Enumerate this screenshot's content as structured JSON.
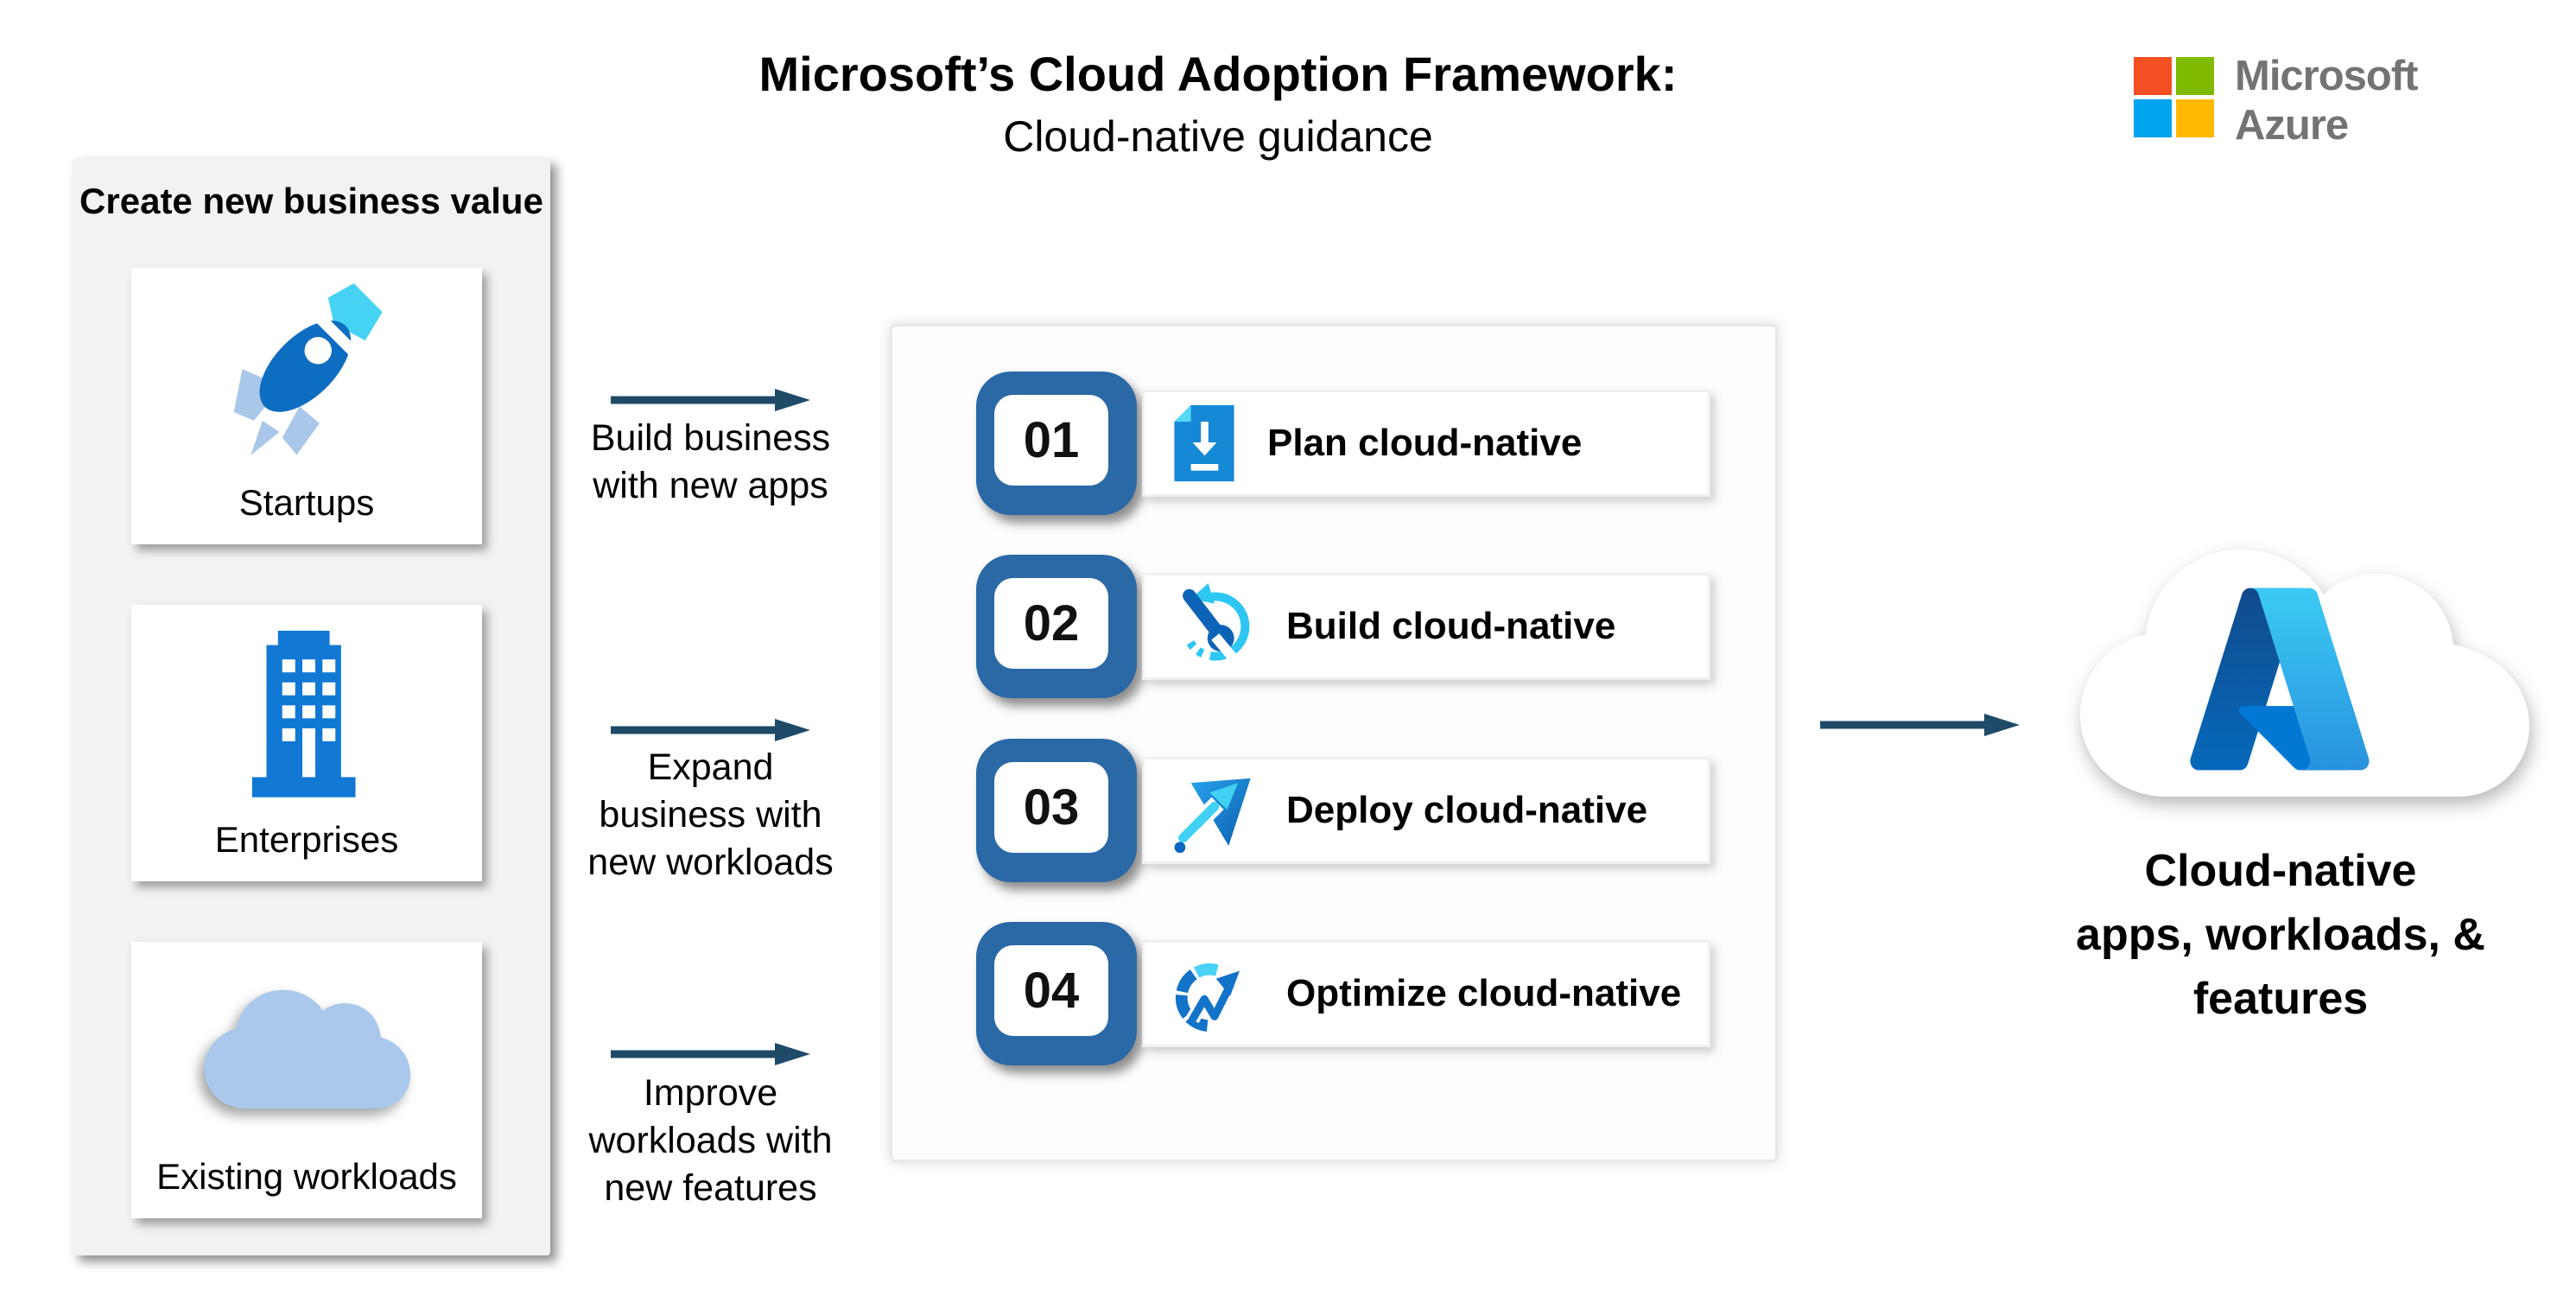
{
  "header": {
    "title": "Microsoft’s Cloud Adoption Framework:",
    "subtitle": "Cloud-native guidance"
  },
  "brand": {
    "line1": "Microsoft",
    "line2": "Azure"
  },
  "left_panel": {
    "title": "Create new business value",
    "cards": [
      {
        "label": "Startups",
        "icon": "rocket-icon"
      },
      {
        "label": "Enterprises",
        "icon": "building-icon"
      },
      {
        "label": "Existing workloads",
        "icon": "cloud-icon"
      }
    ]
  },
  "flows": [
    {
      "label": "Build business\nwith new apps"
    },
    {
      "label": "Expand\nbusiness with\nnew workloads"
    },
    {
      "label": "Improve\nworkloads with\nnew features"
    }
  ],
  "process": {
    "steps": [
      {
        "num": "01",
        "label": "Plan cloud-native",
        "icon": "plan-download-icon"
      },
      {
        "num": "02",
        "label": "Build cloud-native",
        "icon": "build-wrench-icon"
      },
      {
        "num": "03",
        "label": "Deploy cloud-native",
        "icon": "deploy-arrow-icon"
      },
      {
        "num": "04",
        "label": "Optimize cloud-native",
        "icon": "optimize-gauge-icon"
      }
    ]
  },
  "result": {
    "label": "Cloud-native\napps, workloads, &\nfeatures"
  },
  "colors": {
    "arrow_navy": "#1F4A68",
    "badge_blue": "#2B68A6",
    "azure_blue": "#0078D4",
    "icon_blue": "#0D6DC1",
    "cyan": "#45D2F3",
    "light_blue": "#A9C7E9",
    "panel_gray": "#F2F2F2",
    "ms_gray": "#737373",
    "ms_red": "#F25022",
    "ms_green": "#7FBA00",
    "ms_blue": "#00A4EF",
    "ms_yellow": "#FFB900"
  }
}
